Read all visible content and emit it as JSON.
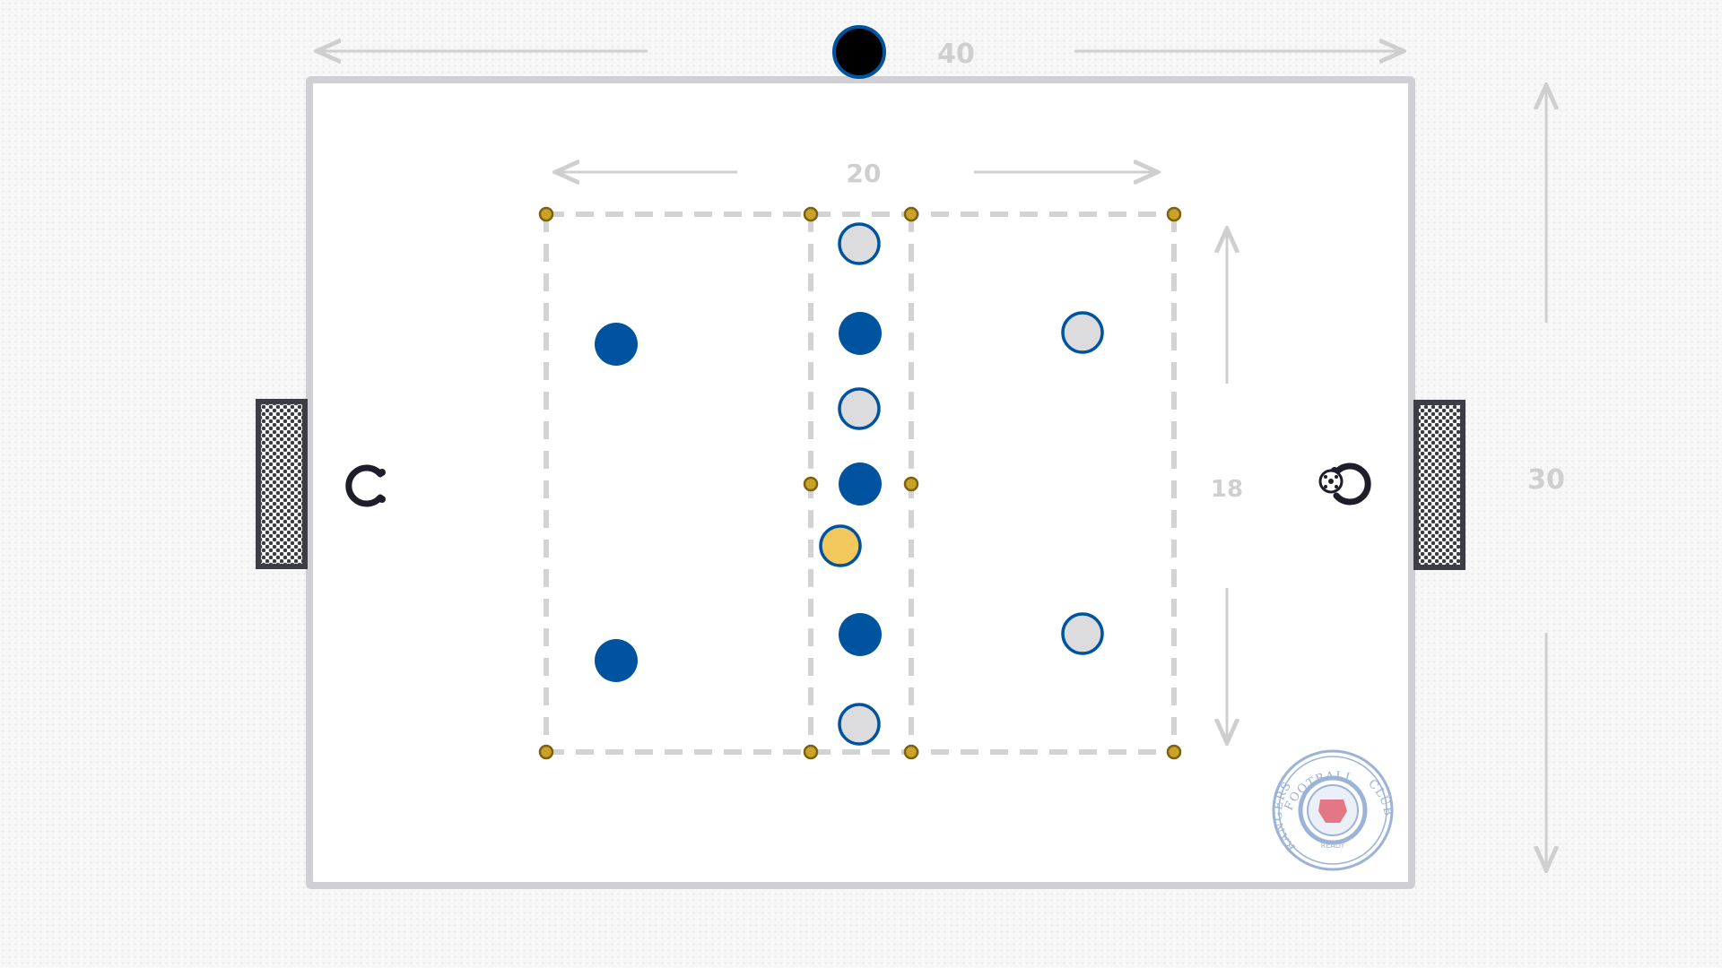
{
  "dimensions": {
    "pitch_length": "40",
    "zone_length": "20",
    "zone_width": "18",
    "pitch_width": "30"
  },
  "crest": {
    "top_text": "FOOTBALL",
    "left_text": "RANGERS",
    "right_text": "CLUB",
    "bottom_text": "READY"
  },
  "colors": {
    "team_blue": "#00539f",
    "team_grey": "#dcdcde",
    "neutral_yellow": "#f2c75c",
    "cone": "#c9a227",
    "boundary": "#d0d0d4",
    "zone_line": "#d3d3d3",
    "goal_frame": "#3d3d45",
    "crest_blue": "#8aa6cf",
    "crest_red": "#e06070"
  },
  "icons": {
    "left_goalkeeper": "goalkeeper-icon",
    "right_goalkeeper": "goalkeeper-with-ball-icon",
    "top_player": "black-player-icon"
  }
}
